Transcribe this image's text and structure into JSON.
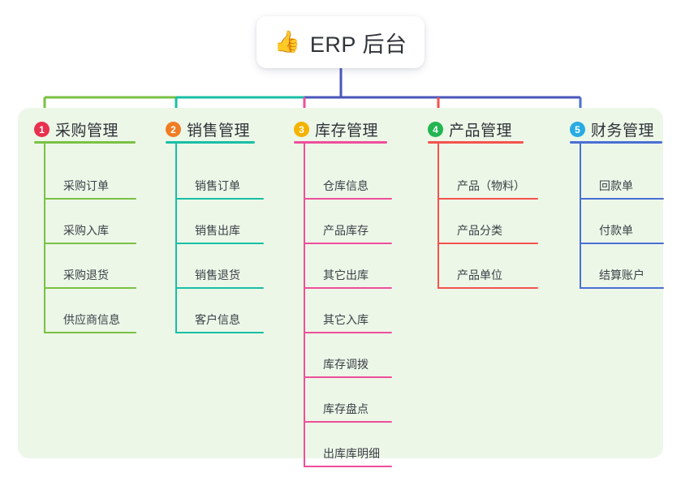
{
  "root": {
    "icon": "thumbs-up-icon",
    "emoji": "👍",
    "label": "ERP 后台"
  },
  "trunk_color": "#4a56b8",
  "panel": {
    "background": "#ecf7e8"
  },
  "columns": [
    {
      "number": "1",
      "title": "采购管理",
      "badge_color": "#e8304f",
      "line_color": "#7ac143",
      "items": [
        "采购订单",
        "采购入库",
        "采购退货",
        "供应商信息"
      ]
    },
    {
      "number": "2",
      "title": "销售管理",
      "badge_color": "#f07d23",
      "line_color": "#18bfa5",
      "items": [
        "销售订单",
        "销售出库",
        "销售退货",
        "客户信息"
      ]
    },
    {
      "number": "3",
      "title": "库存管理",
      "badge_color": "#f5b301",
      "line_color": "#ef4e9b",
      "items": [
        "仓库信息",
        "产品库存",
        "其它出库",
        "其它入库",
        "库存调拨",
        "库存盘点",
        "出库库明细"
      ]
    },
    {
      "number": "4",
      "title": "产品管理",
      "badge_color": "#22b551",
      "line_color": "#f4524d",
      "items": [
        "产品（物料）",
        "产品分类",
        "产品单位"
      ]
    },
    {
      "number": "5",
      "title": "财务管理",
      "badge_color": "#29abe2",
      "line_color": "#4a6fd4",
      "items": [
        "回款单",
        "付款单",
        "结算账户"
      ]
    }
  ]
}
